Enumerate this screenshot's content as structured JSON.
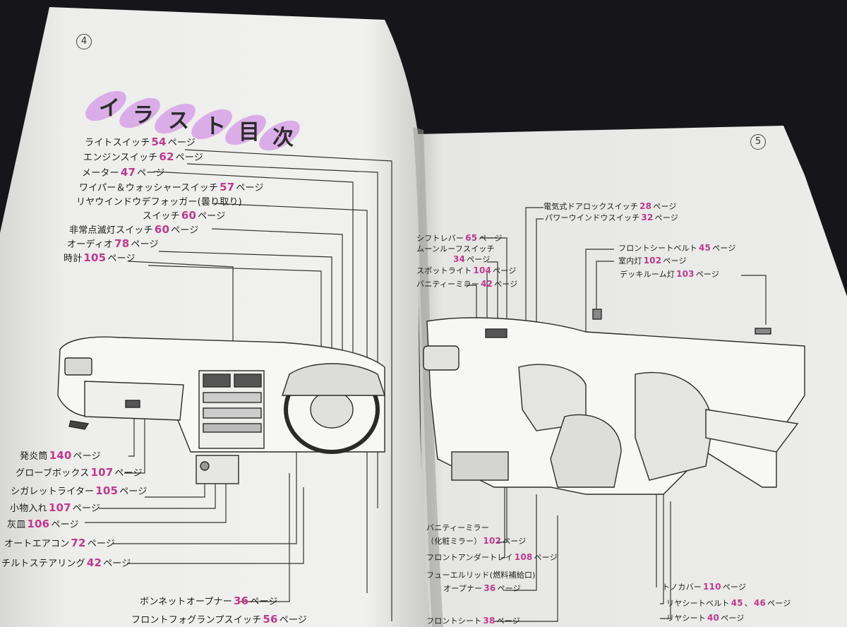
{
  "left_page": {
    "page_number": "4",
    "title_chars": [
      "イ",
      "ラ",
      "ス",
      "ト",
      "目",
      "次"
    ],
    "labels": [
      {
        "text": "ライトスイッチ",
        "page": "54",
        "suffix": "ページ"
      },
      {
        "text": "エンジンスイッチ",
        "page": "62",
        "suffix": "ページ"
      },
      {
        "text": "メーター",
        "page": "47",
        "suffix": "ページ"
      },
      {
        "text": "ワイパー＆ウォッシャースイッチ",
        "page": "57",
        "suffix": "ページ"
      },
      {
        "text": "リヤウインドウデフォッガー(曇り取り)",
        "page": "",
        "suffix": ""
      },
      {
        "text": "スイッチ",
        "page": "60",
        "suffix": "ページ"
      },
      {
        "text": "非常点滅灯スイッチ",
        "page": "60",
        "suffix": "ページ"
      },
      {
        "text": "オーディオ",
        "page": "78",
        "suffix": "ページ"
      },
      {
        "text": "時計",
        "page": "105",
        "suffix": "ページ"
      },
      {
        "text": "発炎筒",
        "page": "140",
        "suffix": "ページ"
      },
      {
        "text": "グローブボックス",
        "page": "107",
        "suffix": "ページ"
      },
      {
        "text": "シガレットライター",
        "page": "105",
        "suffix": "ページ"
      },
      {
        "text": "小物入れ",
        "page": "107",
        "suffix": "ページ"
      },
      {
        "text": "灰皿",
        "page": "106",
        "suffix": "ページ"
      },
      {
        "text": "オートエアコン",
        "page": "72",
        "suffix": "ページ"
      },
      {
        "text": "チルトステアリング",
        "page": "42",
        "suffix": "ページ"
      },
      {
        "text": "ボンネットオープナー",
        "page": "36",
        "suffix": "ページ"
      },
      {
        "text": "フロントフォグランプスイッチ",
        "page": "56",
        "suffix": "ページ"
      }
    ]
  },
  "right_page": {
    "page_number": "5",
    "labels": [
      {
        "text": "電気式ドアロックスイッチ",
        "page": "28",
        "suffix": "ページ"
      },
      {
        "text": "パワーウインドウスイッチ",
        "page": "32",
        "suffix": "ページ"
      },
      {
        "text": "シフトレバー",
        "page": "65",
        "suffix": "ページ"
      },
      {
        "text": "ムーンルーフスイッチ",
        "page": "",
        "suffix": ""
      },
      {
        "text": "",
        "page": "34",
        "suffix": "ページ"
      },
      {
        "text": "スポットライト",
        "page": "104",
        "suffix": "ページ"
      },
      {
        "text": "バニティーミラー",
        "page": "42",
        "suffix": "ページ"
      },
      {
        "text": "フロントシートベルト",
        "page": "45",
        "suffix": "ページ"
      },
      {
        "text": "室内灯",
        "page": "102",
        "suffix": "ページ"
      },
      {
        "text": "デッキルーム灯",
        "page": "103",
        "suffix": "ページ"
      },
      {
        "text": "バニティーミラー",
        "page": "",
        "suffix": ""
      },
      {
        "text": "（化粧ミラー）",
        "page": "102",
        "suffix": "ページ"
      },
      {
        "text": "フロントアンダートレイ",
        "page": "108",
        "suffix": "ページ"
      },
      {
        "text": "フューエルリッド(燃料補給口)",
        "page": "",
        "suffix": ""
      },
      {
        "text": "オープナー",
        "page": "36",
        "suffix": "ページ"
      },
      {
        "text": "フロントシート",
        "page": "38",
        "suffix": "ページ"
      },
      {
        "text": "トノカバー",
        "page": "110",
        "suffix": "ページ"
      },
      {
        "text": "リヤシートベルト",
        "page": "45",
        "page2": "46",
        "suffix": "ページ"
      },
      {
        "text": "リヤシート",
        "page": "40",
        "suffix": "ページ"
      }
    ]
  }
}
